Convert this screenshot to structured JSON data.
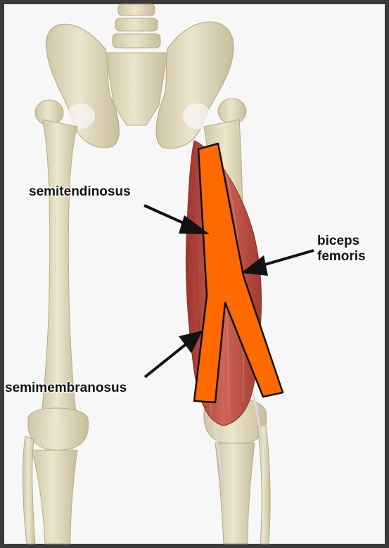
{
  "labels": {
    "semitendinosus": "semitendinosus",
    "biceps_line1": "biceps",
    "biceps_line2": "femoris",
    "semimembranosus": "semimembranosus"
  },
  "colors": {
    "background": "#fafafa",
    "frame": "#3a3a3a",
    "bone": "#e3dcc0",
    "bone_shadow": "#c4b996",
    "muscle": "#b5473d",
    "muscle_light": "#d9776a",
    "highlight": "#ff6a00",
    "arrow": "#111111"
  }
}
